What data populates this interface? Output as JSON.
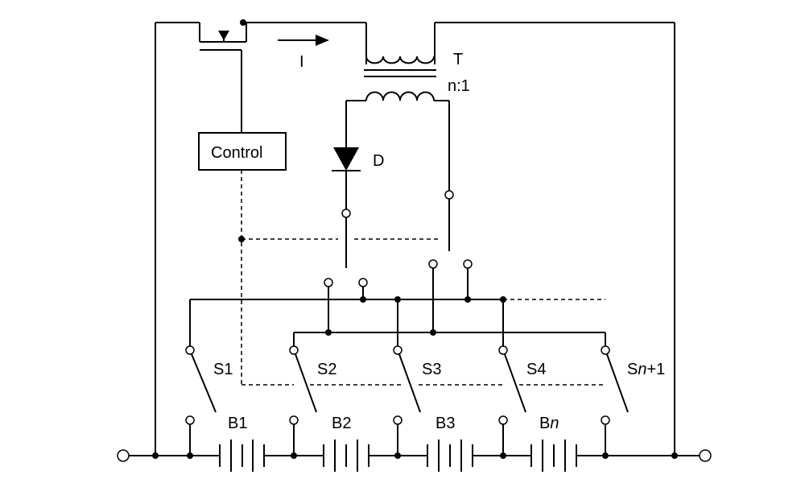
{
  "labels": {
    "control": "Control",
    "current": "I",
    "transformer": "T",
    "ratio": "n:1",
    "diode": "D",
    "s1": "S1",
    "s2": "S2",
    "s3": "S3",
    "s4": "S4",
    "sn_prefix": "S",
    "sn_italic": "n",
    "sn_suffix": "+1",
    "b1": "B1",
    "b2": "B2",
    "b3": "B3",
    "bn_prefix": "B",
    "bn_italic": "n"
  }
}
